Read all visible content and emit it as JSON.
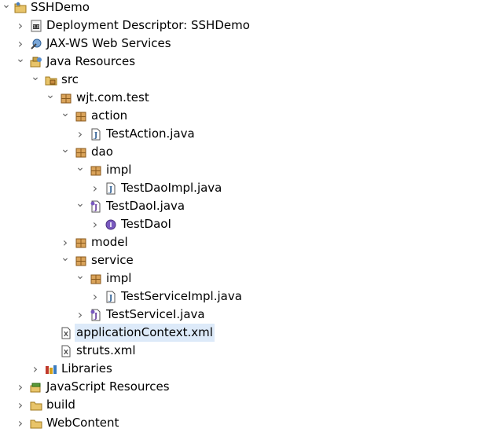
{
  "tree": [
    {
      "label": "SSHDemo",
      "level": 0,
      "arrow": "expanded",
      "icon": "project-icon"
    },
    {
      "label": "Deployment Descriptor: SSHDemo",
      "level": 1,
      "arrow": "collapsed",
      "icon": "deployment-descriptor-icon"
    },
    {
      "label": "JAX-WS Web Services",
      "level": 1,
      "arrow": "collapsed",
      "icon": "web-services-icon"
    },
    {
      "label": "Java Resources",
      "level": 1,
      "arrow": "expanded",
      "icon": "java-resources-icon"
    },
    {
      "label": "src",
      "level": 2,
      "arrow": "expanded",
      "icon": "source-folder-icon"
    },
    {
      "label": "wjt.com.test",
      "level": 3,
      "arrow": "expanded",
      "icon": "package-icon"
    },
    {
      "label": "action",
      "level": 4,
      "arrow": "expanded",
      "icon": "package-icon"
    },
    {
      "label": "TestAction.java",
      "level": 5,
      "arrow": "collapsed",
      "icon": "java-file-icon"
    },
    {
      "label": "dao",
      "level": 4,
      "arrow": "expanded",
      "icon": "package-icon"
    },
    {
      "label": "impl",
      "level": 5,
      "arrow": "expanded",
      "icon": "package-icon"
    },
    {
      "label": "TestDaoImpl.java",
      "level": 6,
      "arrow": "collapsed",
      "icon": "java-file-icon"
    },
    {
      "label": "TestDaoI.java",
      "level": 5,
      "arrow": "expanded",
      "icon": "java-interface-file-icon"
    },
    {
      "label": "TestDaoI",
      "level": 6,
      "arrow": "collapsed",
      "icon": "interface-icon"
    },
    {
      "label": "model",
      "level": 4,
      "arrow": "collapsed",
      "icon": "package-icon"
    },
    {
      "label": "service",
      "level": 4,
      "arrow": "expanded",
      "icon": "package-icon"
    },
    {
      "label": "impl",
      "level": 5,
      "arrow": "expanded",
      "icon": "package-icon"
    },
    {
      "label": "TestServiceImpl.java",
      "level": 6,
      "arrow": "collapsed",
      "icon": "java-file-icon"
    },
    {
      "label": "TestServiceI.java",
      "level": 5,
      "arrow": "collapsed",
      "icon": "java-interface-file-icon"
    },
    {
      "label": "applicationContext.xml",
      "level": 3,
      "arrow": "none",
      "icon": "xml-file-icon",
      "selected": true
    },
    {
      "label": "struts.xml",
      "level": 3,
      "arrow": "none",
      "icon": "xml-file-icon"
    },
    {
      "label": "Libraries",
      "level": 2,
      "arrow": "collapsed",
      "icon": "libraries-icon"
    },
    {
      "label": "JavaScript Resources",
      "level": 1,
      "arrow": "collapsed",
      "icon": "javascript-resources-icon"
    },
    {
      "label": "build",
      "level": 1,
      "arrow": "collapsed",
      "icon": "folder-icon"
    },
    {
      "label": "WebContent",
      "level": 1,
      "arrow": "collapsed",
      "icon": "folder-icon"
    }
  ]
}
